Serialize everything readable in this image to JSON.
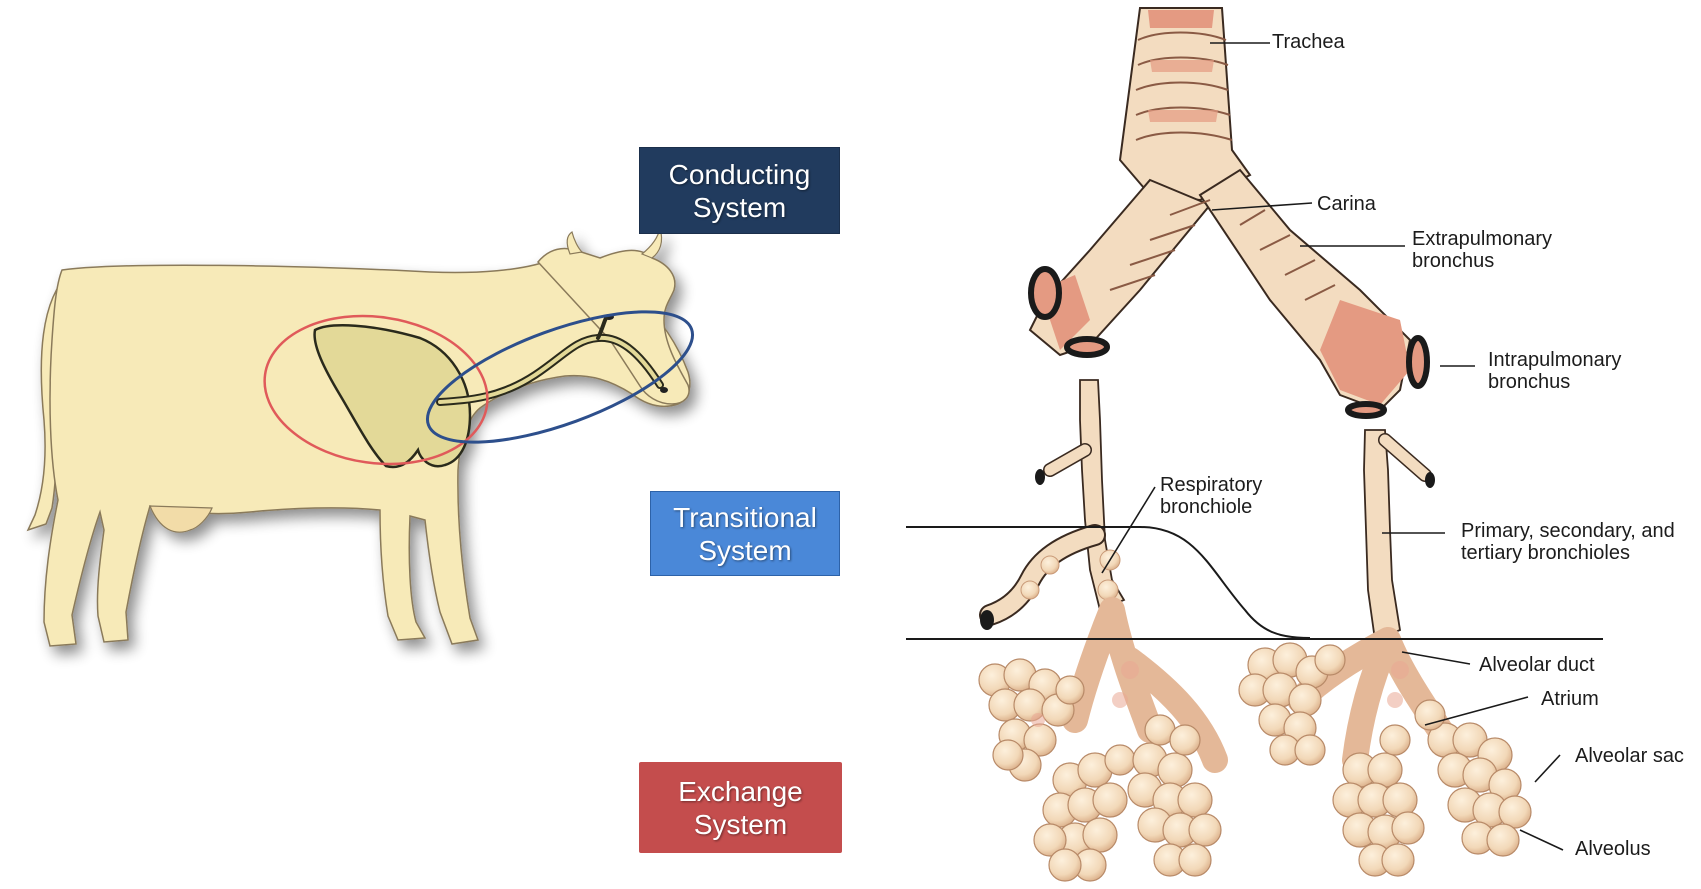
{
  "systems": {
    "conducting": {
      "line1": "Conducting",
      "line2": "System",
      "color": "#213b5e"
    },
    "transitional": {
      "line1": "Transitional",
      "line2": "System",
      "color": "#4a88d8"
    },
    "exchange": {
      "line1": "Exchange",
      "line2": "System",
      "color": "#c44d4d"
    }
  },
  "labels": {
    "trachea": "Trachea",
    "carina": "Carina",
    "extrapulmonary_1": "Extrapulmonary",
    "extrapulmonary_2": "bronchus",
    "intrapulmonary_1": "Intrapulmonary",
    "intrapulmonary_2": "bronchus",
    "respiratory_1": "Respiratory",
    "respiratory_2": "bronchiole",
    "bronchioles_1": "Primary, secondary, and",
    "bronchioles_2": "tertiary bronchioles",
    "alveolar_duct": "Alveolar duct",
    "atrium": "Atrium",
    "alveolar_sac": "Alveolar sac",
    "alveolus": "Alveolus"
  },
  "colors": {
    "cow_body": "#f7eab8",
    "cow_outline": "#8a7a5a",
    "lung": "#e3d998",
    "airway_tan": "#f3dcc0",
    "airway_pink": "#e49a82",
    "red_ellipse": "#e05a5a",
    "blue_ellipse": "#2d4f8c"
  }
}
